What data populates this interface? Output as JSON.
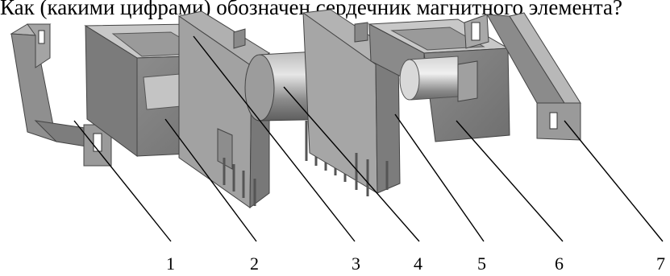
{
  "question": "Как (какими цифрами) обозначен сердечник магнитного элемента?",
  "callouts": [
    "1",
    "2",
    "3",
    "4",
    "5",
    "6",
    "7"
  ]
}
